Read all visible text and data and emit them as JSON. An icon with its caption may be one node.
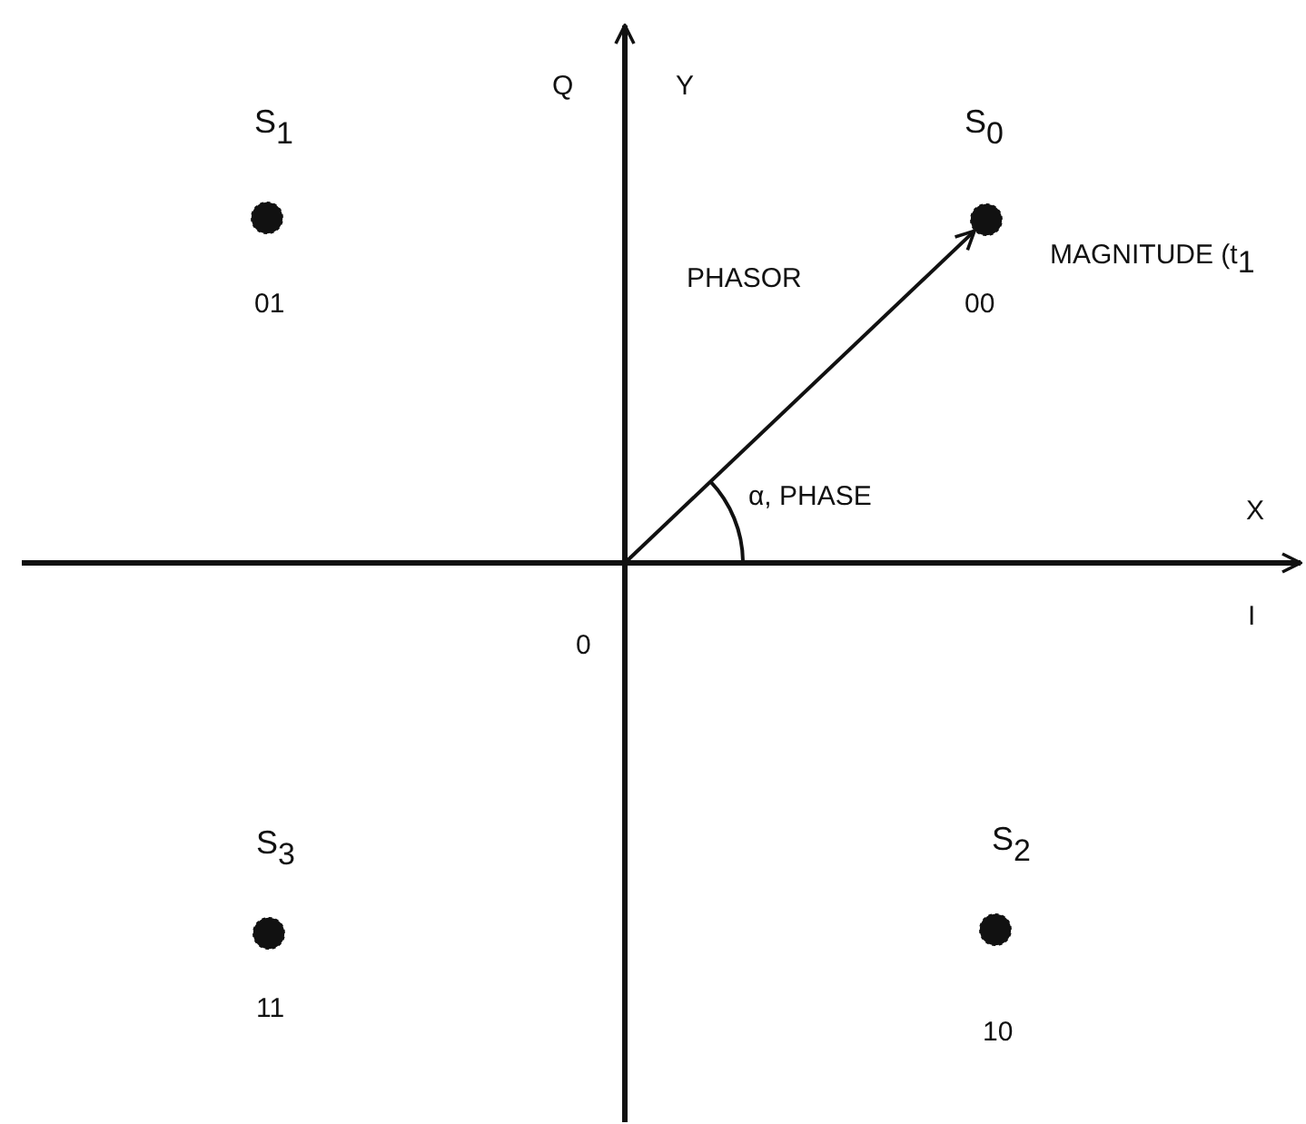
{
  "diagram": {
    "nodes": [
      {
        "text": [],
        "shape": "circle",
        "beside": [
          "S$_{1}$",
          "01"
        ]
      },
      {
        "text": [],
        "shape": "circle",
        "beside": [
          "S$_{0}$",
          "00"
        ]
      },
      {
        "text": [],
        "shape": "circle",
        "beside": [
          "S$_{3}$",
          "11"
        ]
      },
      {
        "text": [],
        "shape": "circle",
        "beside": [
          "S$_{2}$",
          "10"
        ]
      }
    ],
    "edges": [
      {
        "from": null,
        "to": 1,
        "arrow": "to",
        "label": "PHASOR"
      }
    ],
    "labels": [
      "Q",
      "Y",
      "MAGNITUDE (t$_{1}$",
      "α, PHASE",
      "X",
      "0",
      "I"
    ]
  }
}
